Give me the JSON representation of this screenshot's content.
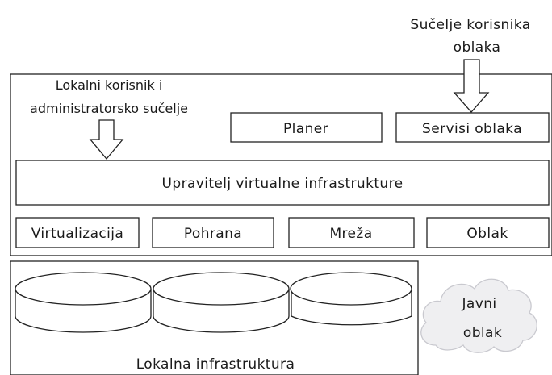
{
  "cloud_user_interface": {
    "line1": "Sučelje korisnika",
    "line2": "oblaka"
  },
  "local_user_interface": {
    "line1": "Lokalni korisnik i",
    "line2": "administratorsko sučelje"
  },
  "top_modules": {
    "planer": "Planer",
    "cloud_services": "Servisi oblaka"
  },
  "manager": "Upravitelj virtualne infrastrukture",
  "drivers": {
    "virtualization": "Virtualizacija",
    "storage": "Pohrana",
    "network": "Mreža",
    "cloud": "Oblak"
  },
  "local_infrastructure": "Lokalna infrastruktura",
  "public_cloud": {
    "line1": "Javni",
    "line2": "oblak"
  },
  "colors": {
    "stroke": "#222222",
    "cloud_fill": "#efeff1",
    "cloud_stroke": "#c9c9cf"
  }
}
